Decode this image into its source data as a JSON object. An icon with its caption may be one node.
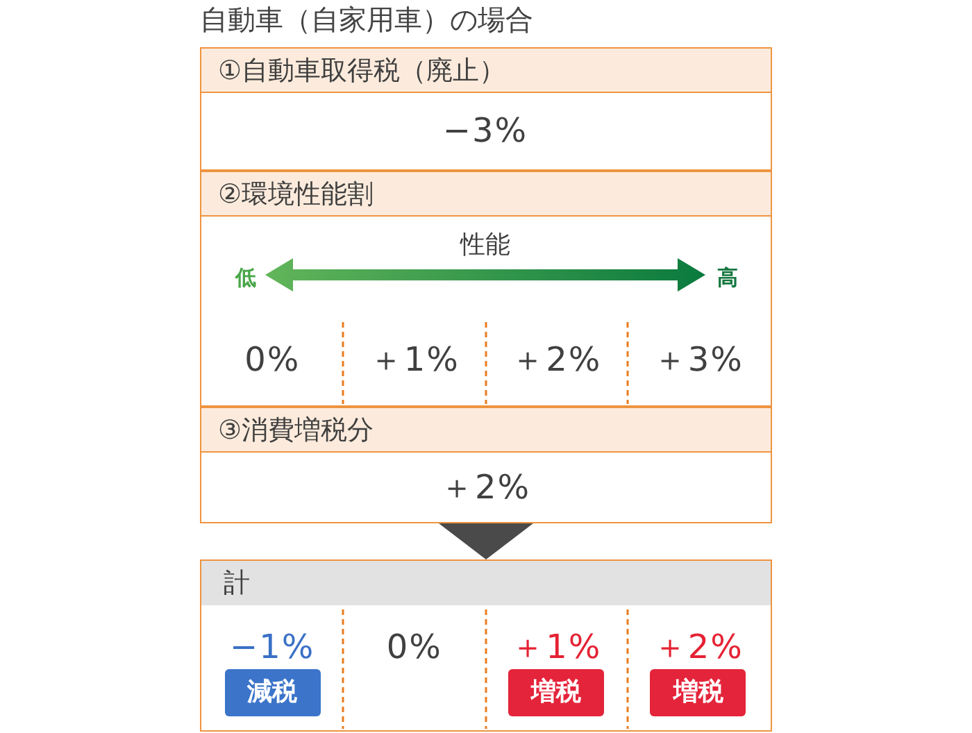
{
  "diagram": {
    "title": "自動車（自家用車）の場合",
    "nodes": [
      {
        "text": [
          "①自動車取得税（廃止）",
          "−3%"
        ]
      },
      {
        "text": [
          "②環境性能割",
          "性能",
          "低",
          "高",
          "0%",
          "＋1%",
          "＋2%",
          "＋3%"
        ]
      },
      {
        "text": [
          "③消費増税分",
          "＋2%"
        ]
      },
      {
        "text": [
          "計",
          "−1%",
          "0%",
          "＋1%",
          "＋2%"
        ]
      },
      {
        "text": [
          "減税"
        ],
        "in": 3
      },
      {
        "text": [
          "増税"
        ],
        "in": 3
      },
      {
        "text": [
          "増税"
        ],
        "in": 3
      }
    ],
    "edges": [
      {
        "from": 2,
        "to": 3,
        "arrow": "to"
      }
    ]
  }
}
